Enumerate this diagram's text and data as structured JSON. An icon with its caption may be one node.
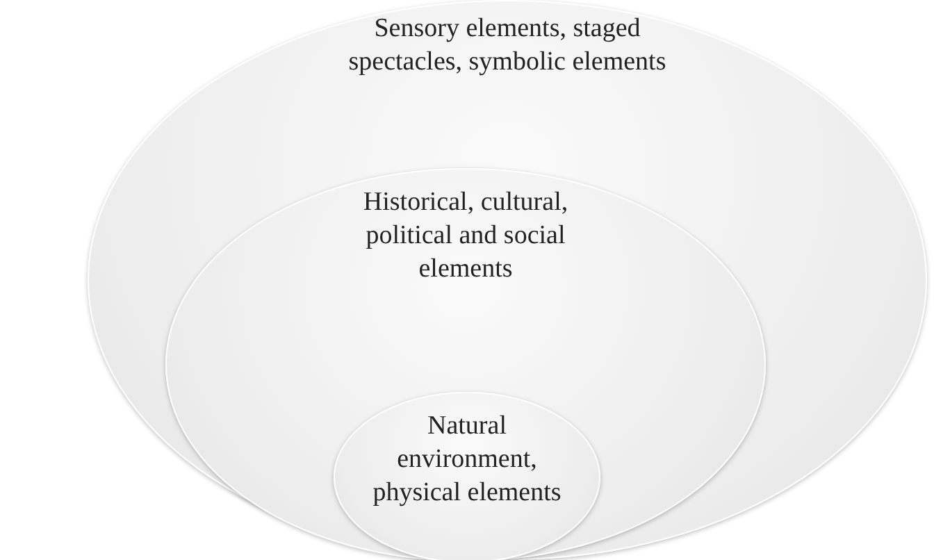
{
  "diagram": {
    "nodes": [
      {
        "text": [
          "Sensory elements, staged spectacles, symbolic elements"
        ]
      },
      {
        "text": [
          "Historical, cultural, political and social elements"
        ],
        "in": 0
      },
      {
        "text": [
          "Natural environment, physical elements"
        ],
        "in": 1
      }
    ]
  }
}
